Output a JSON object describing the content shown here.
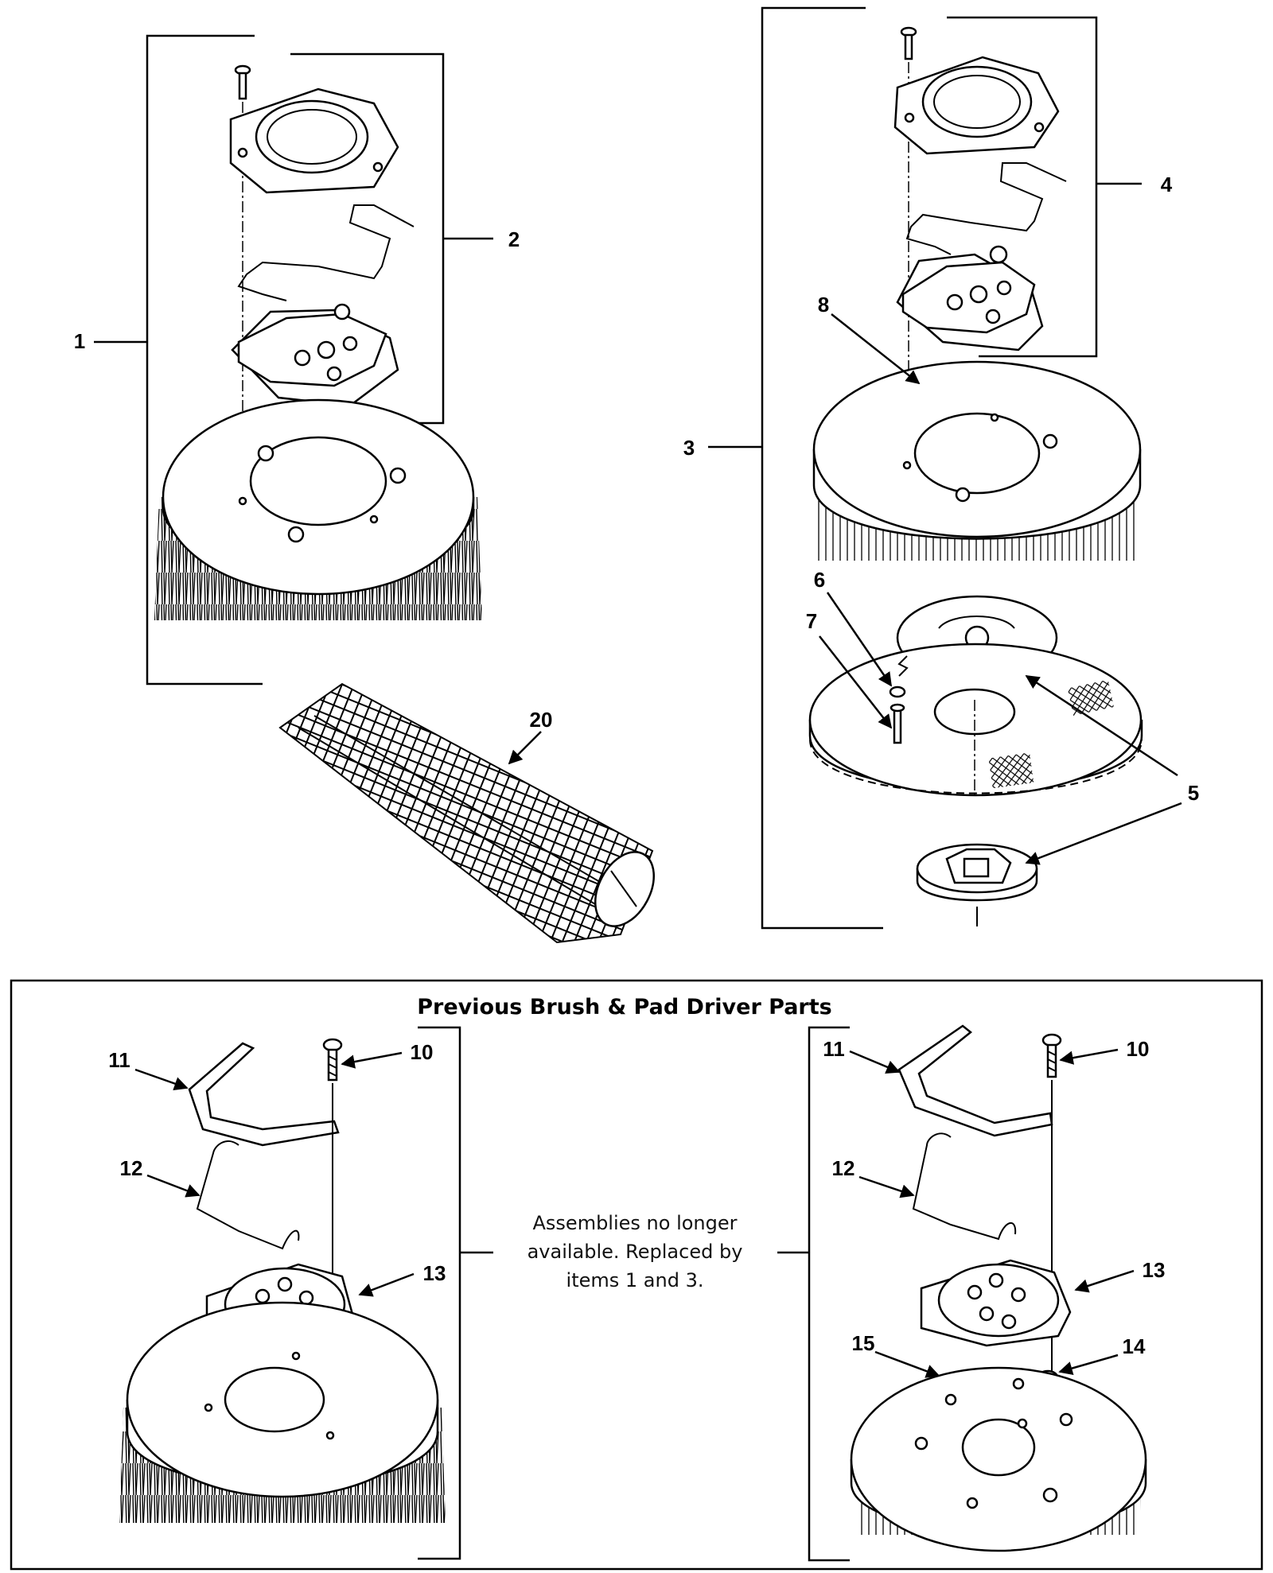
{
  "frame": {
    "title": "Previous Brush & Pad Driver Parts",
    "note_lines": [
      "Assemblies no longer",
      "available.  Replaced by",
      "items 1 and 3."
    ]
  },
  "callouts": [
    {
      "id": "1",
      "label": "1"
    },
    {
      "id": "2",
      "label": "2"
    },
    {
      "id": "3",
      "label": "3"
    },
    {
      "id": "4",
      "label": "4"
    },
    {
      "id": "5",
      "label": "5"
    },
    {
      "id": "6",
      "label": "6"
    },
    {
      "id": "7",
      "label": "7"
    },
    {
      "id": "8",
      "label": "8"
    },
    {
      "id": "20",
      "label": "20"
    },
    {
      "id": "11a",
      "label": "11"
    },
    {
      "id": "10a",
      "label": "10"
    },
    {
      "id": "12a",
      "label": "12"
    },
    {
      "id": "13a",
      "label": "13"
    },
    {
      "id": "11b",
      "label": "11"
    },
    {
      "id": "10b",
      "label": "10"
    },
    {
      "id": "12b",
      "label": "12"
    },
    {
      "id": "13b",
      "label": "13"
    },
    {
      "id": "15",
      "label": "15"
    },
    {
      "id": "14",
      "label": "14"
    }
  ]
}
